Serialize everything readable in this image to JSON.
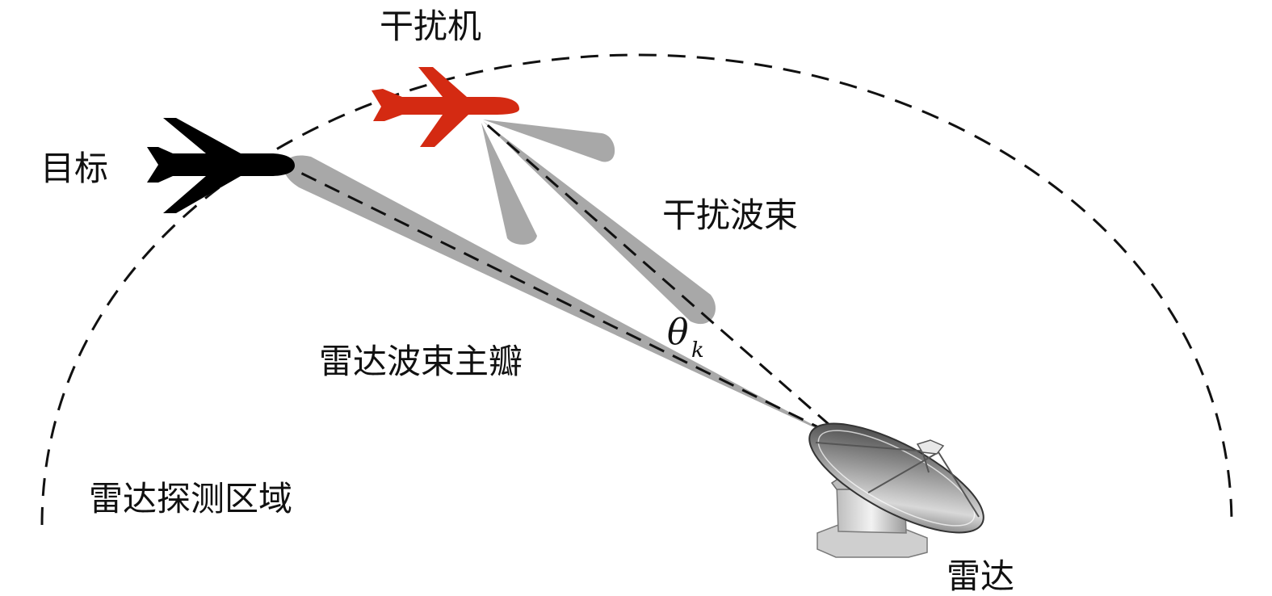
{
  "labels": {
    "jammer": "干扰机",
    "target": "目标",
    "jamming_beam": "干扰波束",
    "radar_main_lobe": "雷达波束主瓣",
    "radar_detection_area": "雷达探测区域",
    "radar": "雷达",
    "angle_symbol": "θ",
    "angle_subscript": "k"
  },
  "colors": {
    "beam": "#a8a8a8",
    "jammer_plane": "#d42a12",
    "target_plane": "#000000",
    "dashed_line": "#111111",
    "radar_dish": "#5a5a5a"
  },
  "icons": {
    "target": "airplane-icon",
    "jammer": "airplane-icon",
    "radar": "radar-dish-icon"
  }
}
